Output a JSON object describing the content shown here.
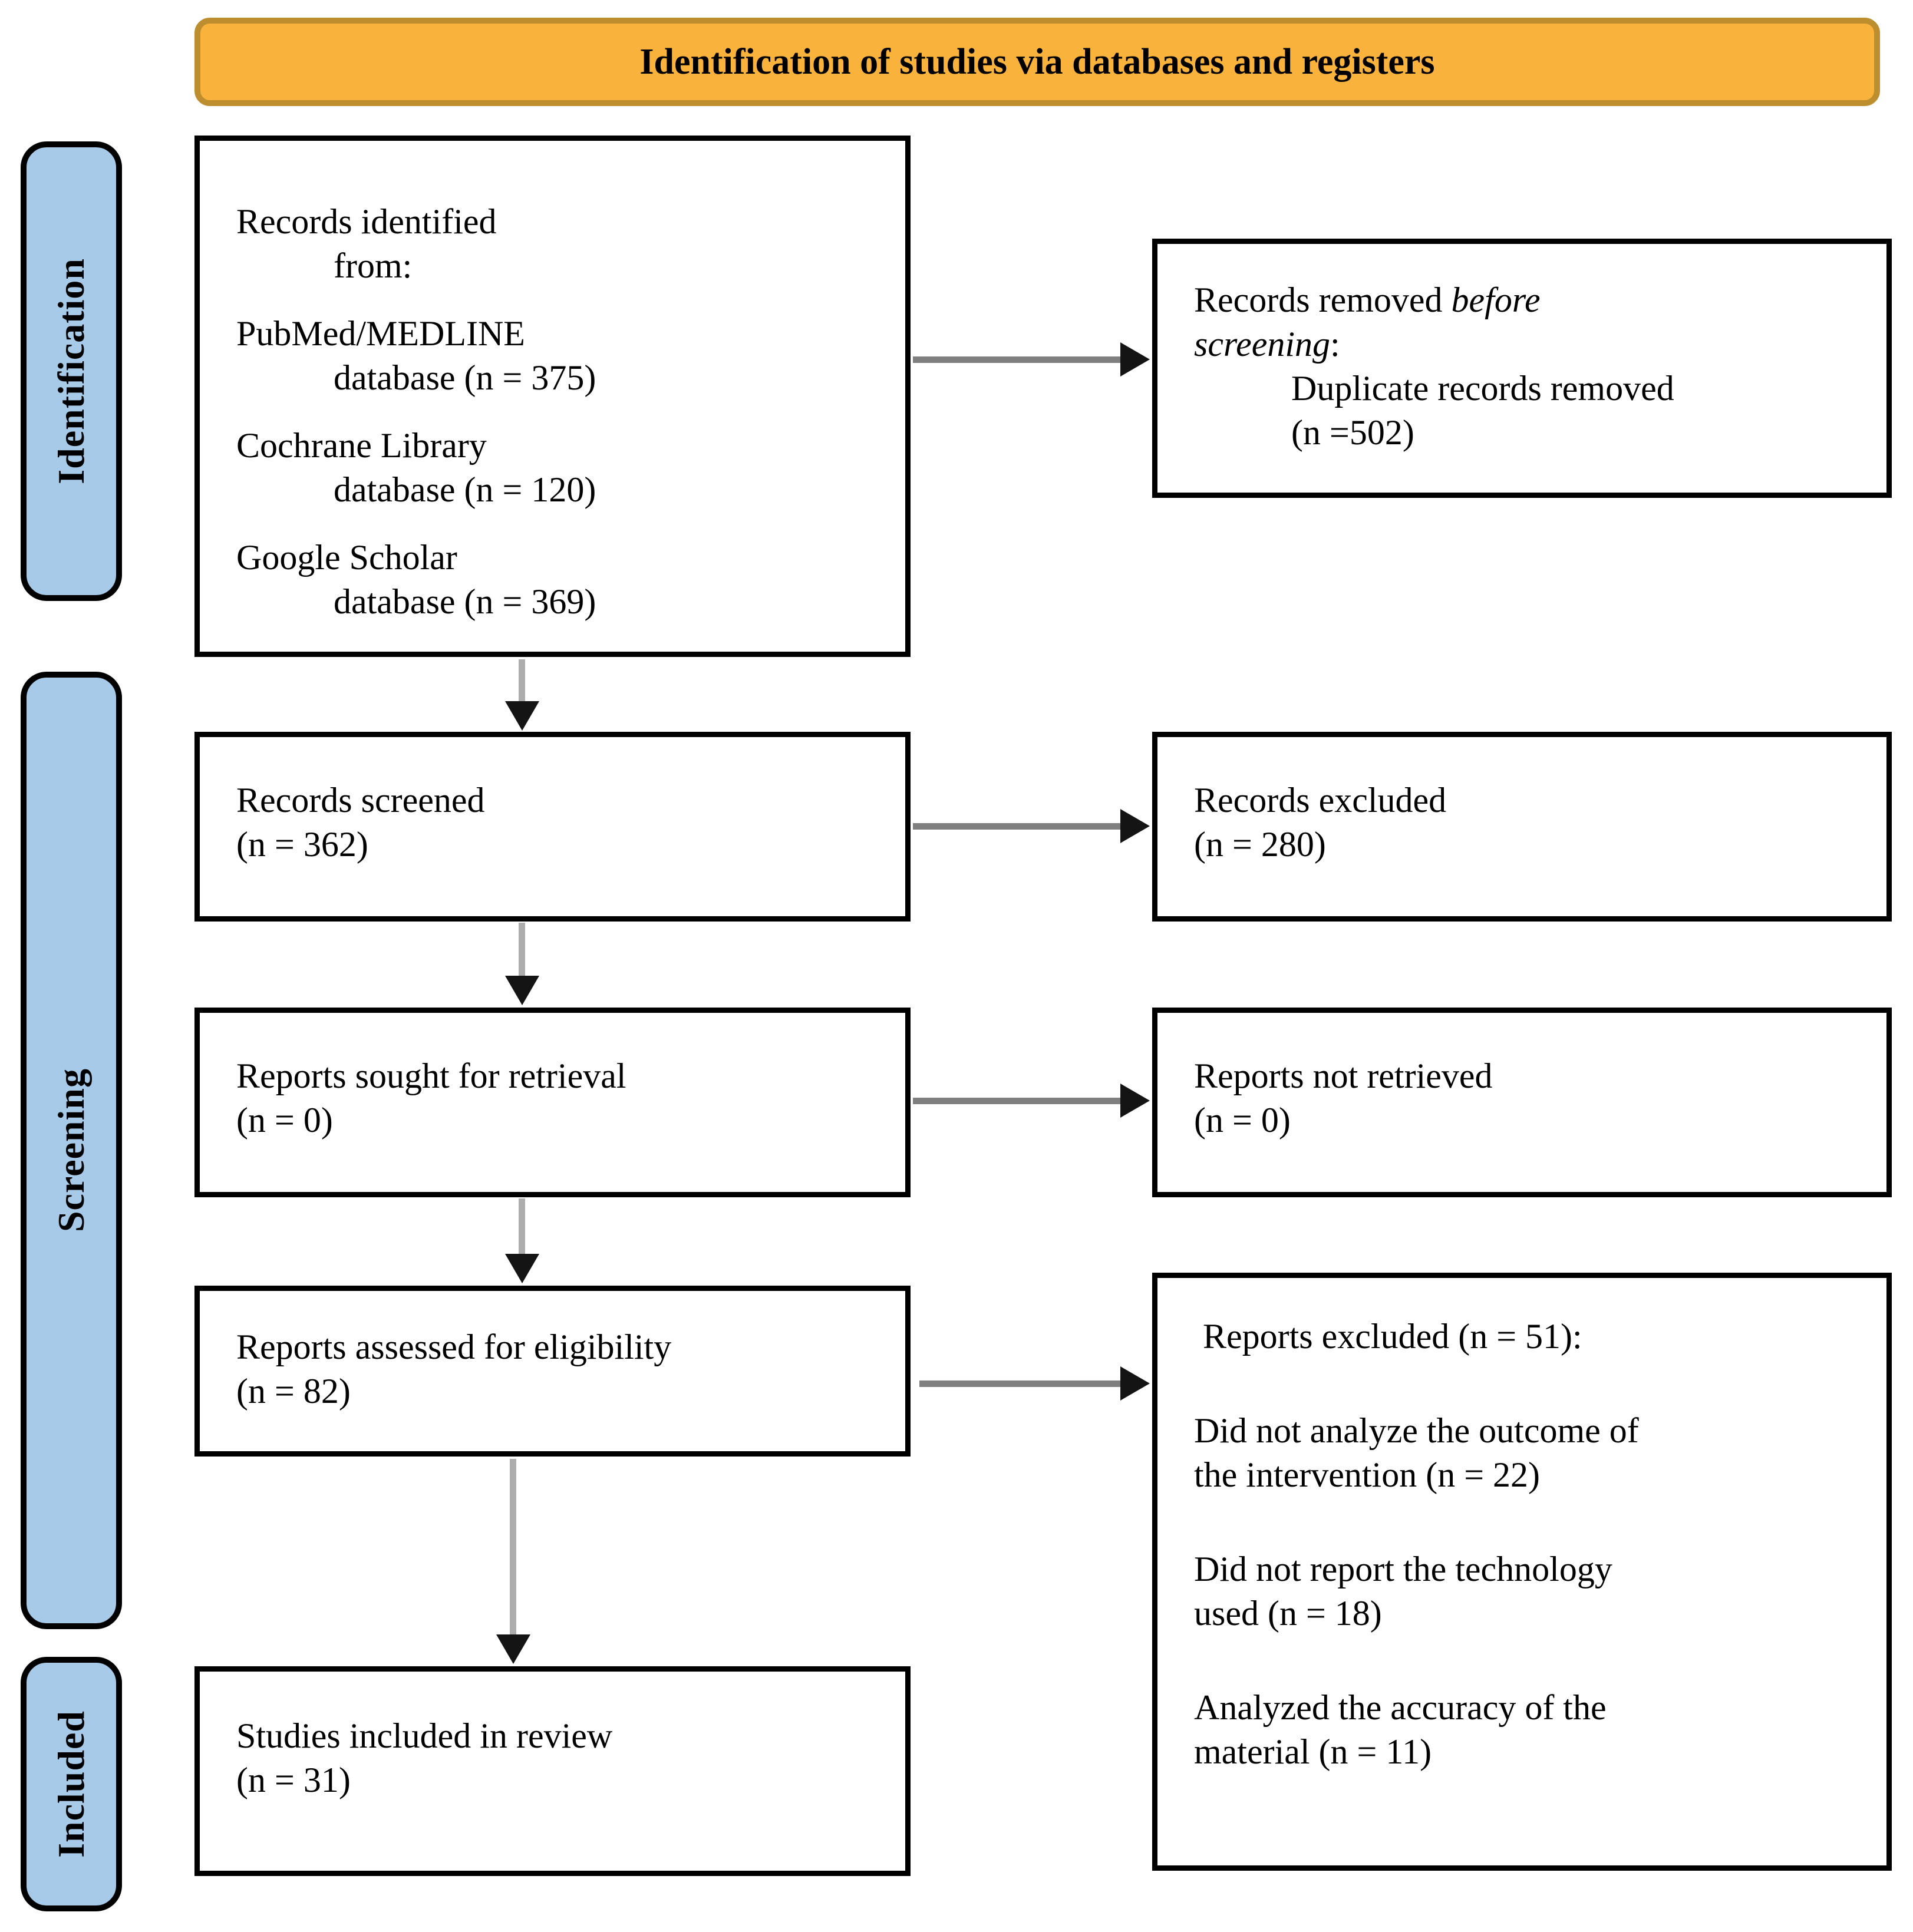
{
  "banner": {
    "title": "Identification of studies via databases and registers"
  },
  "side_labels": {
    "identification": "Identification",
    "screening": "Screening",
    "included": "Included"
  },
  "colors": {
    "banner_fill": "#F9B23C",
    "banner_border": "#BD8E2E",
    "side_label_fill": "#A8CAE9",
    "box_border": "#000000",
    "arrow_shaft_horizontal": "#7F7F7F",
    "arrow_shaft_vertical": "#ADADAD",
    "arrow_head": "#141414"
  },
  "boxes": {
    "identified": {
      "l1": "Records identified",
      "l2": "from:",
      "sources": [
        {
          "name": "PubMed/MEDLINE",
          "detail": "database (n = 375)"
        },
        {
          "name": "Cochrane Library",
          "detail": "database (n = 120)"
        },
        {
          "name": "Google Scholar",
          "detail": "database (n = 369)"
        }
      ]
    },
    "removed": {
      "l1_normal": "Records removed ",
      "l1_italic": "before",
      "l2_italic": "screening",
      "l2_normal": ":",
      "item_l1": "Duplicate records removed",
      "item_l2": "(n =502)"
    },
    "screened": {
      "l1": "Records screened",
      "l2": "(n = 362)"
    },
    "records_excluded": {
      "l1": "Records excluded",
      "l2": "(n = 280)"
    },
    "sought": {
      "l1": "Reports sought for retrieval",
      "l2": "(n = 0)"
    },
    "not_retrieved": {
      "l1": "Reports not retrieved",
      "l2": "(n = 0)"
    },
    "assessed": {
      "l1": "Reports assessed for eligibility",
      "l2": "(n = 82)"
    },
    "reports_excluded": {
      "heading": "Reports excluded (n = 51):",
      "reasons": [
        {
          "l1": "Did not analyze the outcome of",
          "l2": "the intervention (n = 22)"
        },
        {
          "l1": "Did not report the technology",
          "l2": "used (n = 18)"
        },
        {
          "l1": "Analyzed the accuracy of the",
          "l2": "material (n = 11)"
        }
      ]
    },
    "included": {
      "l1": "Studies included in review",
      "l2": "(n = 31)"
    }
  }
}
